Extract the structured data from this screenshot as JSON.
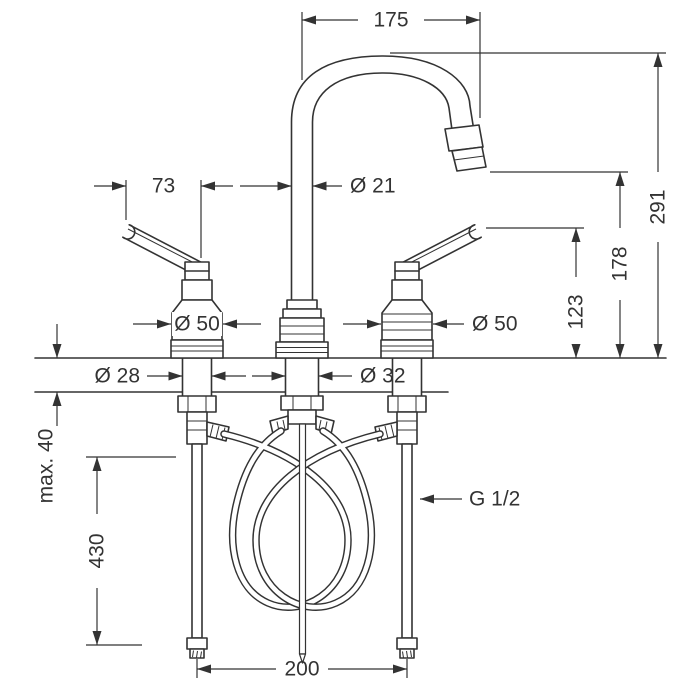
{
  "dims": {
    "spout_reach": "175",
    "total_height": "291",
    "outlet_height": "178",
    "handle_height": "123",
    "handle_length": "73",
    "spout_diameter": "Ø 21",
    "left_rosette_diameter": "Ø 50",
    "right_rosette_diameter": "Ø 50",
    "side_shank_diameter": "Ø 28",
    "center_shank_diameter": "Ø 32",
    "max_counter_thickness": "max. 40",
    "hose_length": "430",
    "connection_thread": "G 1/2",
    "tap_hole_spacing": "200"
  }
}
